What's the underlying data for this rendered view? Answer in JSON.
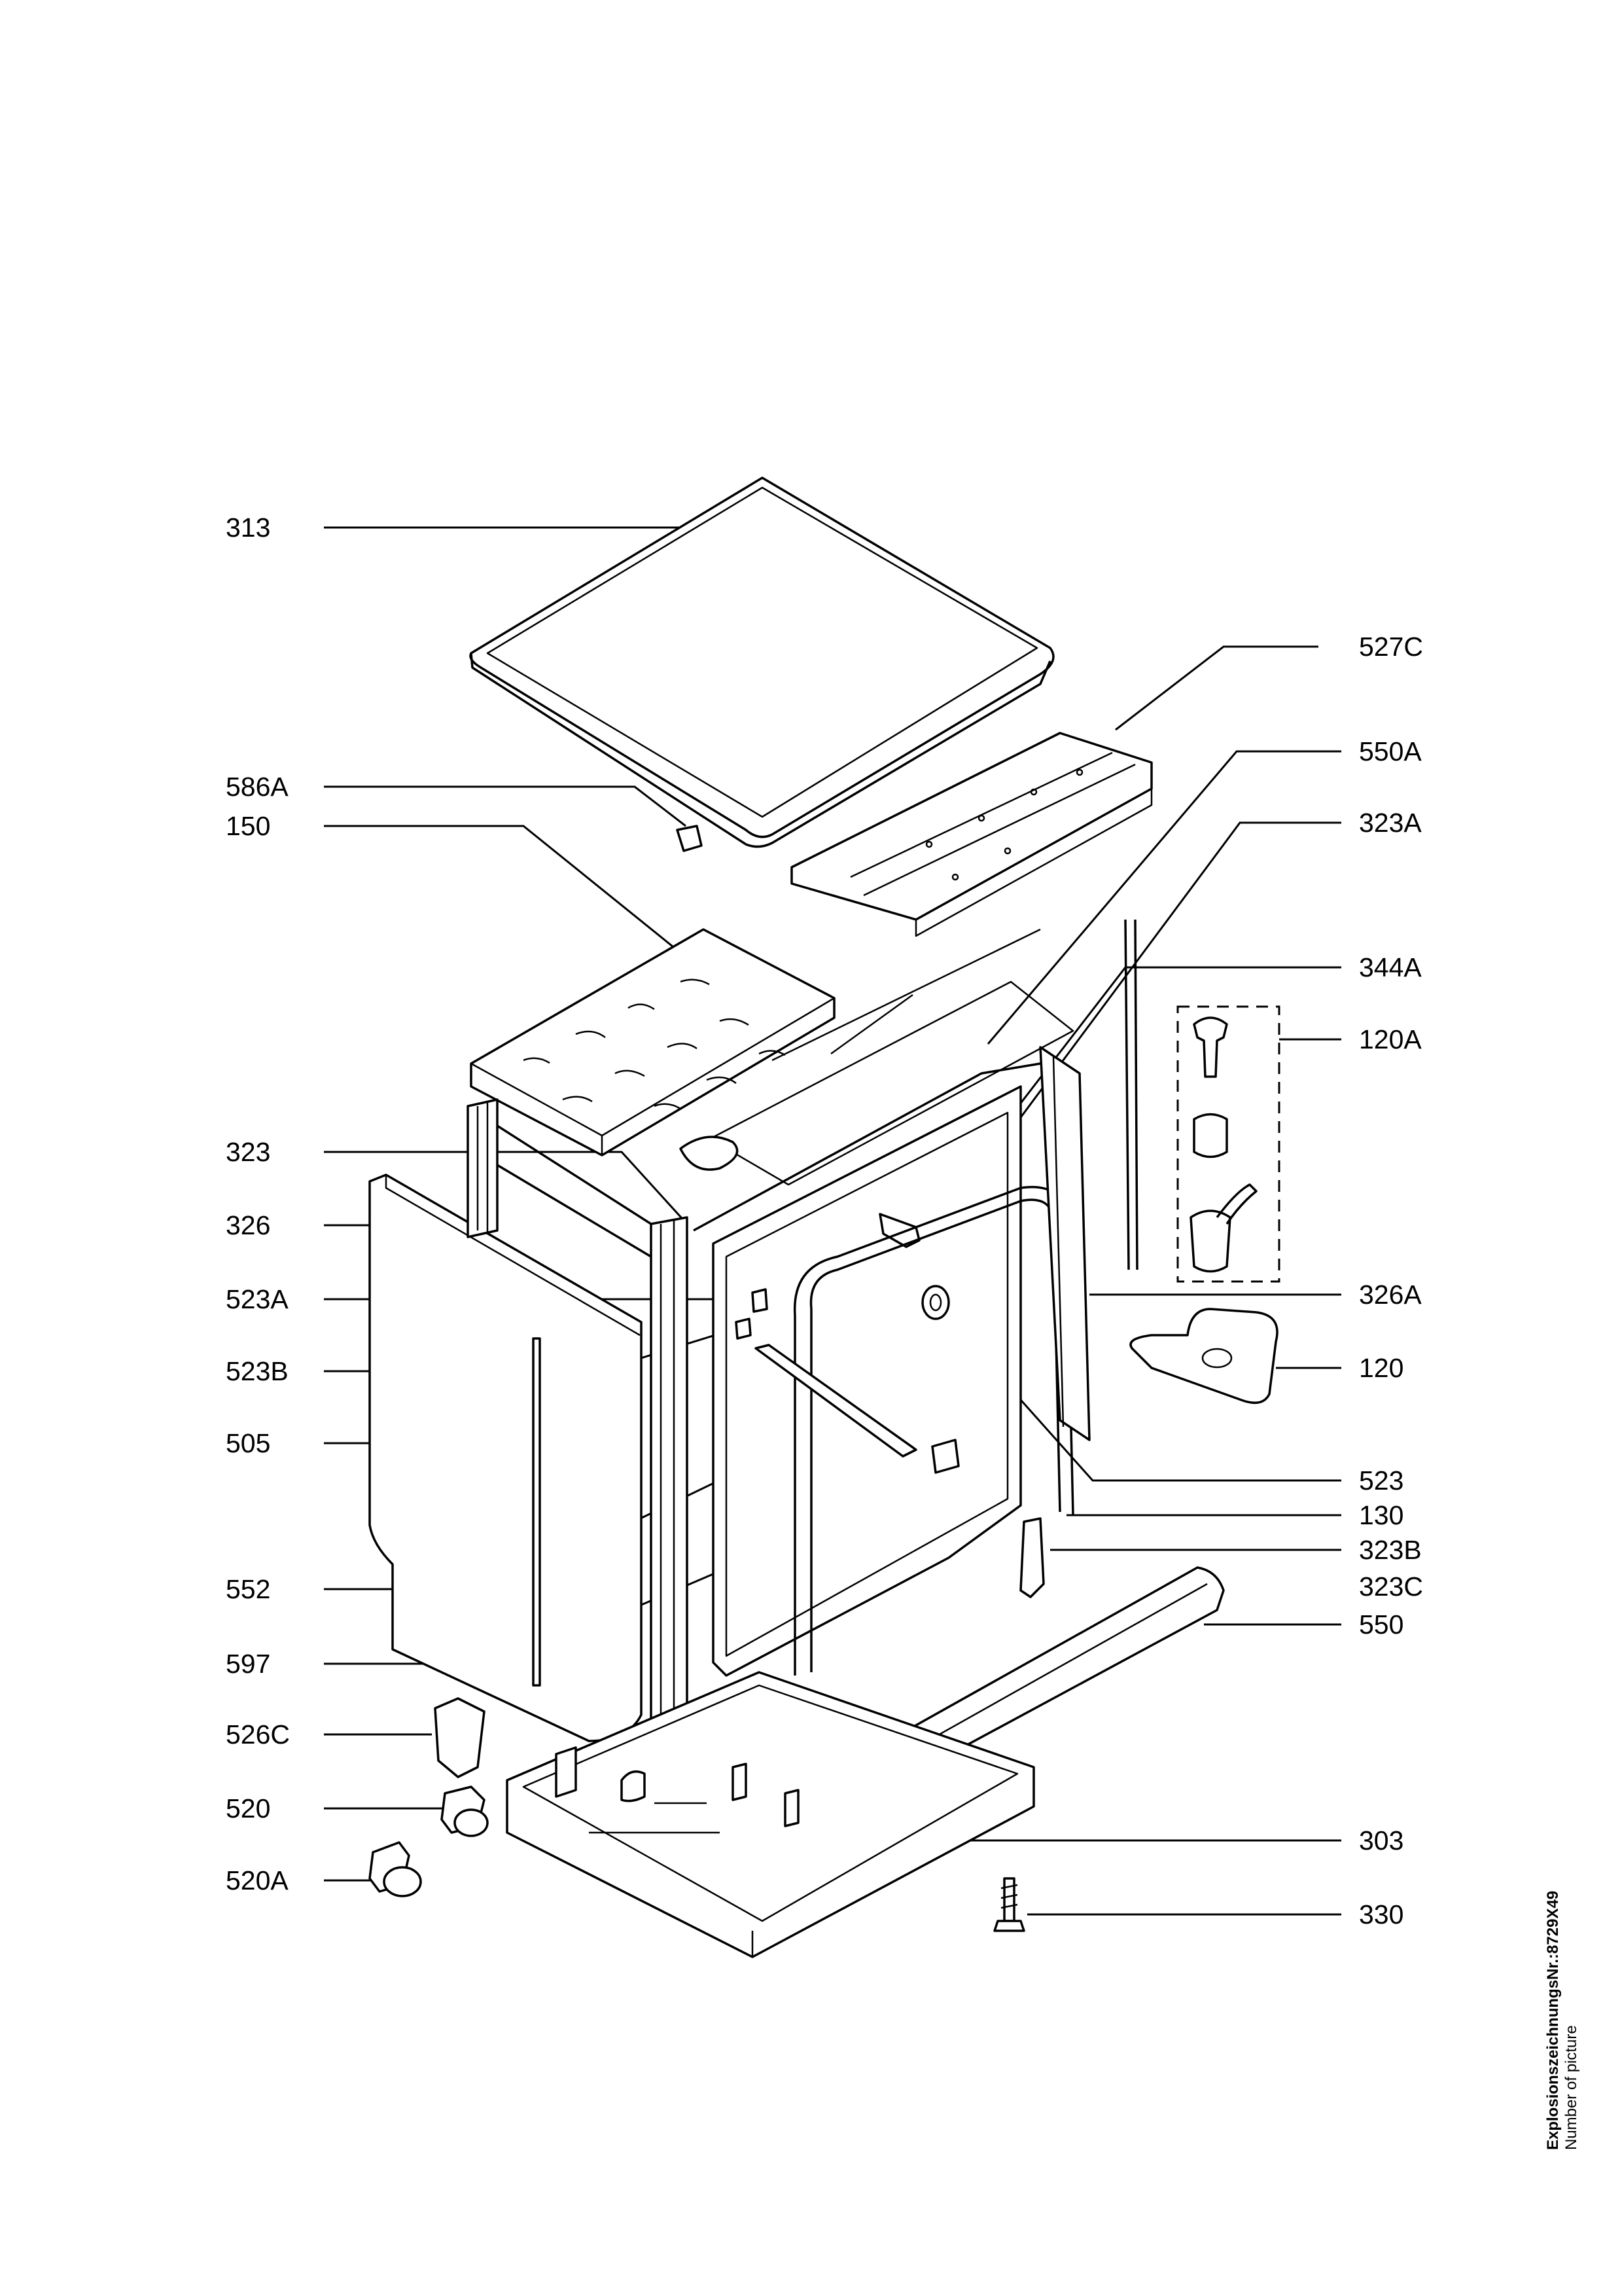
{
  "labels": {
    "l313": "313",
    "l527C": "527C",
    "l586A": "586A",
    "l550A": "550A",
    "l150": "150",
    "l323A": "323A",
    "l344A": "344A",
    "l120A": "120A",
    "l323": "323",
    "l326": "326",
    "l523A": "523A",
    "l326A": "326A",
    "l523B": "523B",
    "l120": "120",
    "l505": "505",
    "l523": "523",
    "l130": "130",
    "l323B": "323B",
    "l552": "552",
    "l323C": "323C",
    "l550": "550",
    "l597": "597",
    "l526C": "526C",
    "l520": "520",
    "l303": "303",
    "l520A": "520A",
    "l330": "330"
  },
  "meta": {
    "title_prefix": "Explosionszeichnungs",
    "number_label": "Nr.:",
    "number_value": "8729X49",
    "caption": "Number of picture"
  }
}
